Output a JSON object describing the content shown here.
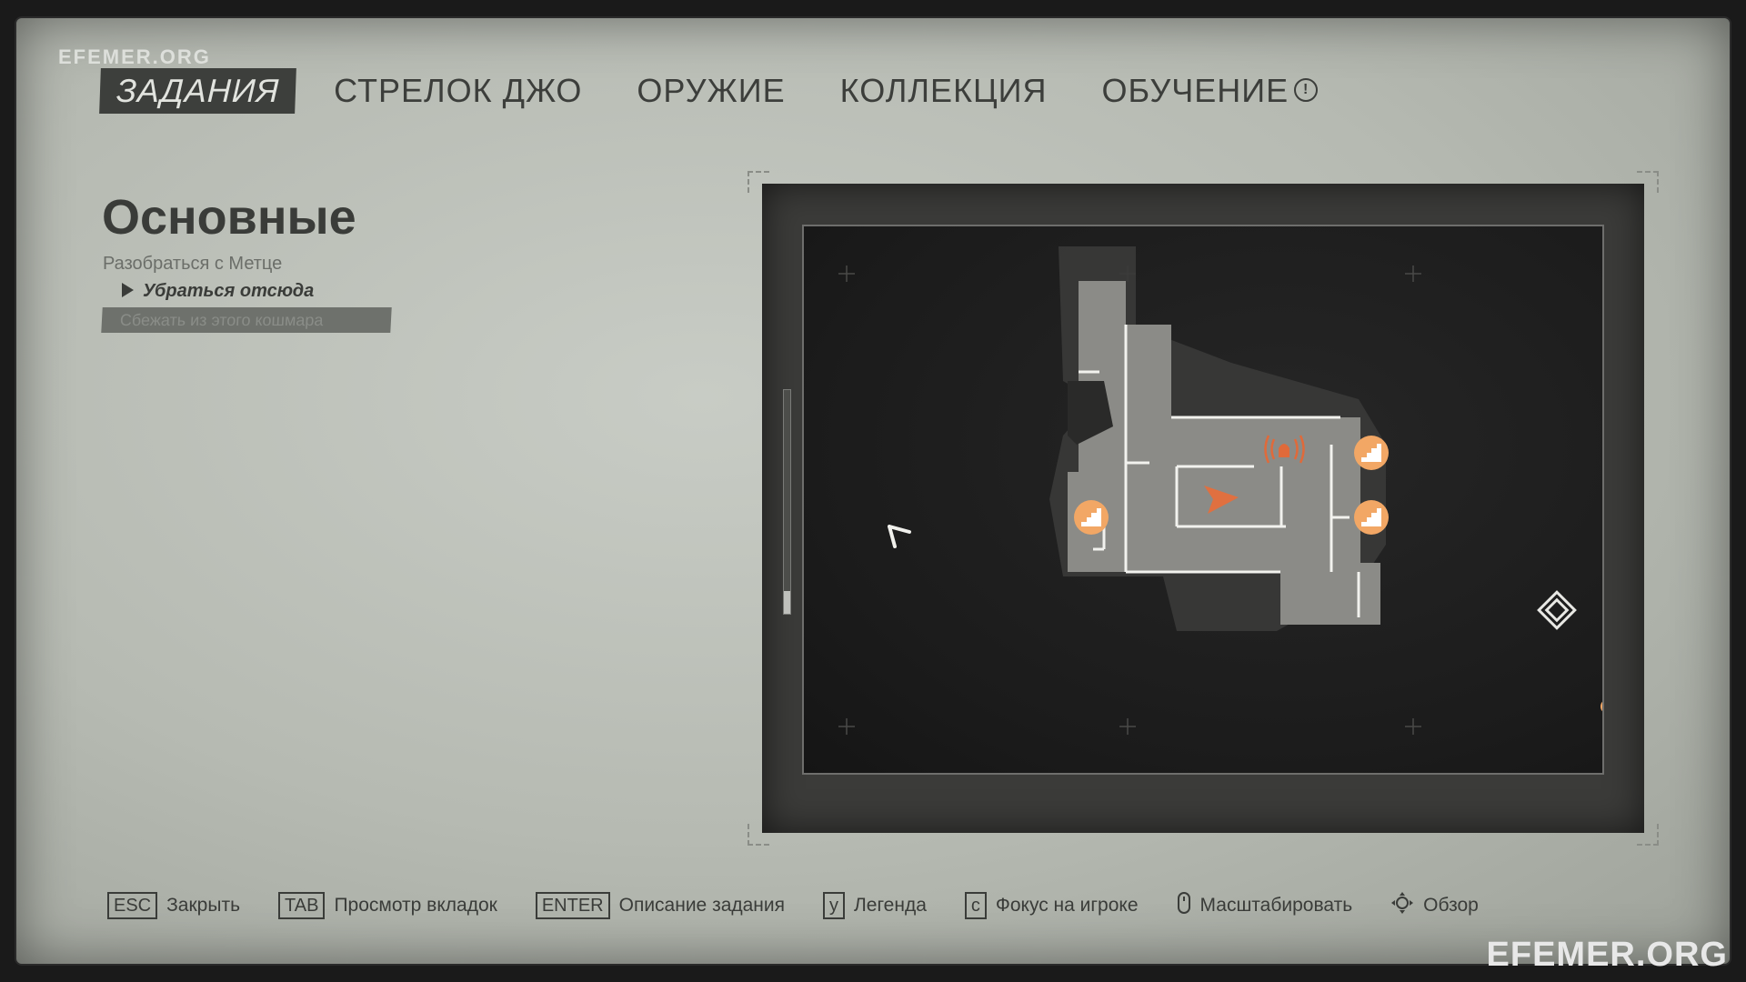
{
  "watermark": {
    "top": "EFEMER.ORG",
    "bottom": "EFEMER.ORG"
  },
  "tabs": [
    {
      "label": "ЗАДАНИЯ",
      "active": true
    },
    {
      "label": "СТРЕЛОК ДЖО",
      "active": false
    },
    {
      "label": "ОРУЖИЕ",
      "active": false
    },
    {
      "label": "КОЛЛЕКЦИЯ",
      "active": false
    },
    {
      "label": "ОБУЧЕНИЕ",
      "active": false,
      "icon": "info-alert-icon",
      "icon_glyph": "!"
    }
  ],
  "objectives": {
    "title": "Основные",
    "main_quest": "Разобраться с Метце",
    "current_step": "Убраться отсюда",
    "next_step": "Сбежать из этого кошмара"
  },
  "map": {
    "player_marker": "player-arrow-icon",
    "markers": [
      "stairs-icon",
      "stairs-icon",
      "stairs-icon",
      "alarm-icon",
      "waypoint-diamond-icon",
      "cursor-icon"
    ],
    "accent_color": "#f0a060",
    "floor_color": "#8a8a86",
    "zoom_level_fraction": 0.1
  },
  "hints": [
    {
      "key": "ESC",
      "label": "Закрыть"
    },
    {
      "key": "TAB",
      "label": "Просмотр вкладок"
    },
    {
      "key": "ENTER",
      "label": "Описание задания"
    },
    {
      "key": "y",
      "label": "Легенда"
    },
    {
      "key": "c",
      "label": "Фокус на игроке"
    },
    {
      "icon": "mouse-wheel-icon",
      "label": "Масштабировать"
    },
    {
      "icon": "move-icon",
      "label": "Обзор"
    }
  ]
}
